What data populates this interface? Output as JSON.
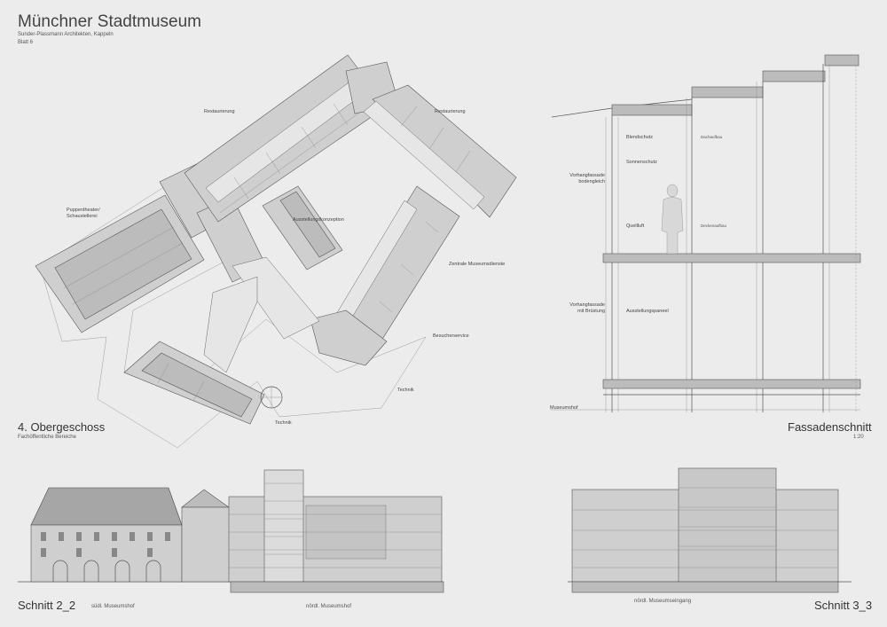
{
  "header": {
    "title": "Münchner Stadtmuseum",
    "architect": "Sunder-Plassmann Architekten, Kappeln",
    "sheet": "Blatt 6"
  },
  "floor_plan": {
    "title": "4. Obergeschoss",
    "subtitle": "Fachöffentliche Bereiche",
    "labels": {
      "restaurierung_left": "Restaurierung",
      "restaurierung_right": "Restaurierung",
      "puppentheater": "Puppentheater/\nSchaustellerei",
      "ausstellungskonzeption": "Ausstellungskonzeption",
      "zentrale": "Zentrale Museumsdienste",
      "besucherservice": "Besucherservice",
      "technik_right": "Technik",
      "technik_bottom": "Technik"
    }
  },
  "facade_section": {
    "title": "Fassadenschnitt",
    "scale": "1:20",
    "labels": {
      "blendschutz": "Blendschutz",
      "sonnenschutz": "Sonnenschutz",
      "vorhang_boden": "Vorhangfassade\nbodengleich",
      "quellluft": "Quellluft",
      "vorhang_bruestung": "Vorhangfassade\nmit Brüstung",
      "ausstellungspaneel": "Ausstellungspaneel",
      "museumshof": "Museumshof",
      "dachaufbau": "Dachaufbau",
      "deckenaufbau": "Deckenaufbau"
    }
  },
  "section_2_2": {
    "title": "Schnitt 2_2",
    "label_left": "südl. Museumshof",
    "label_right": "nördl. Museumshof"
  },
  "section_3_3": {
    "title": "Schnitt 3_3",
    "label": "nördl. Museumseingang"
  }
}
